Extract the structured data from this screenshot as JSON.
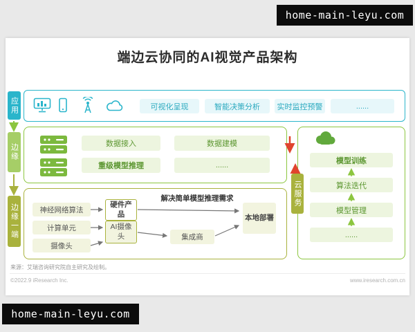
{
  "watermark": {
    "top": "home-main-leyu.com",
    "bottom": "home-main-leyu.com"
  },
  "title": "端边云协同的AI视觉产品架构",
  "app": {
    "tab": "应用",
    "items": [
      "可视化呈现",
      "智能决策分析",
      "实时监控预警",
      "......"
    ],
    "icons": [
      "monitor-icon",
      "smartphone-icon",
      "antenna-icon",
      "cloud-outline-icon"
    ]
  },
  "edge": {
    "tab": "边缘",
    "items": [
      "数据接入",
      "数据建模",
      "重级模型推理",
      "......"
    ],
    "icon": "server-stack-icon"
  },
  "device": {
    "tab": "边缘一端",
    "heading": "解决简单模型推理需求",
    "left_items": [
      "神经网络算法",
      "计算单元",
      "摄像头"
    ],
    "hardware_product": "硬件产品",
    "ai_camera": "AI摄像头",
    "integrator": "集成商",
    "local_deployment": "本地部署"
  },
  "cloud": {
    "tab": "云服务",
    "items": [
      "模型训练",
      "算法迭代",
      "模型管理",
      "......"
    ],
    "icon": "cloud-filled-icon"
  },
  "footer": {
    "source": "来源：艾瑞咨询研究院自主研究及绘制。",
    "copyright": "©2022.9 iResearch Inc.",
    "website": "www.iresearch.com.cn"
  },
  "colors": {
    "app_accent": "#2ab5cb",
    "edge_accent": "#8cc63f",
    "edge_tab": "#a6ce67",
    "device_accent": "#a9b23d",
    "alert_arrow": "#e0442e"
  }
}
